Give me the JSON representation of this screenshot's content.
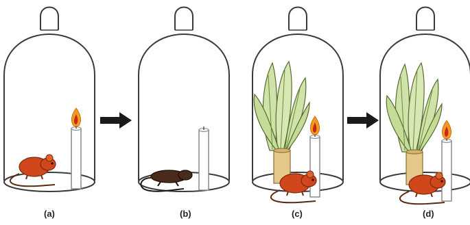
{
  "panels": [
    {
      "label": "(a)",
      "state": "mouse alive, candle burning, no plant"
    },
    {
      "label": "(b)",
      "state": "mouse dead, candle extinguished"
    },
    {
      "label": "(c)",
      "state": "plant, mouse alive, candle burning"
    },
    {
      "label": "(d)",
      "state": "plant, mouse alive, candle burning"
    }
  ],
  "colors": {
    "jar_stroke": "#3a3a3a",
    "mouse_alive": "#d2461c",
    "mouse_dead": "#4a2a1a",
    "flame_outer": "#f39a1e",
    "flame_inner": "#c8281a",
    "leaf": "#cfe2a8",
    "pot": "#e4c98a",
    "arrow": "#1a1a1a"
  }
}
